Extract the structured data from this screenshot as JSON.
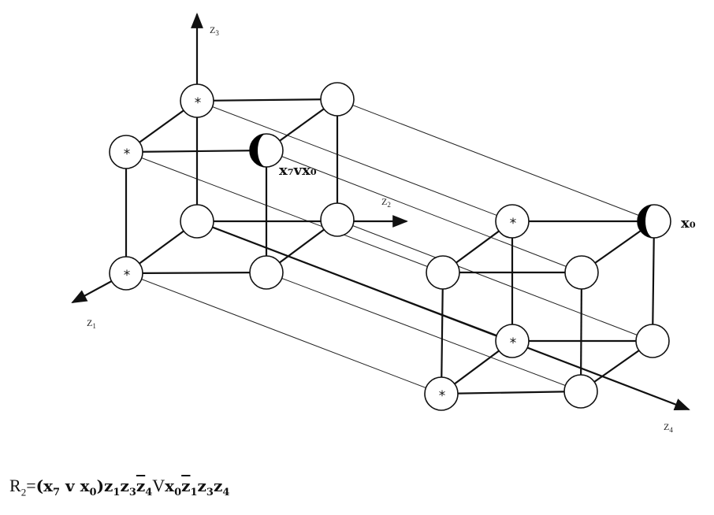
{
  "axes": {
    "z1": "Z",
    "z1_sub": "1",
    "z2": "Z",
    "z2_sub": "2",
    "z3": "Z",
    "z3_sub": "3",
    "z4": "Z",
    "z4_sub": "4"
  },
  "node_labels": {
    "star": "*"
  },
  "labels": {
    "left_half_node": "x₇vx₀",
    "right_half_node": "x₀"
  },
  "formula": {
    "R": "R",
    "R_sub": "2",
    "eq": "=",
    "t1_open": "(x",
    "t1_s1": "7",
    "t1_v": " v x",
    "t1_s2": "0",
    "t1_close": ")",
    "t1_z1": "z",
    "t1_z1s": "1",
    "t1_z3": "z",
    "t1_z3s": "3",
    "t1_z4": "z",
    "t1_z4s": "4",
    "V": "V",
    "t2_x": "x",
    "t2_xs": "0",
    "t2_z1": "z",
    "t2_z1s": "1",
    "t2_z3": "z",
    "t2_z3s": "3",
    "t2_z4": "z",
    "t2_z4s": "4"
  }
}
